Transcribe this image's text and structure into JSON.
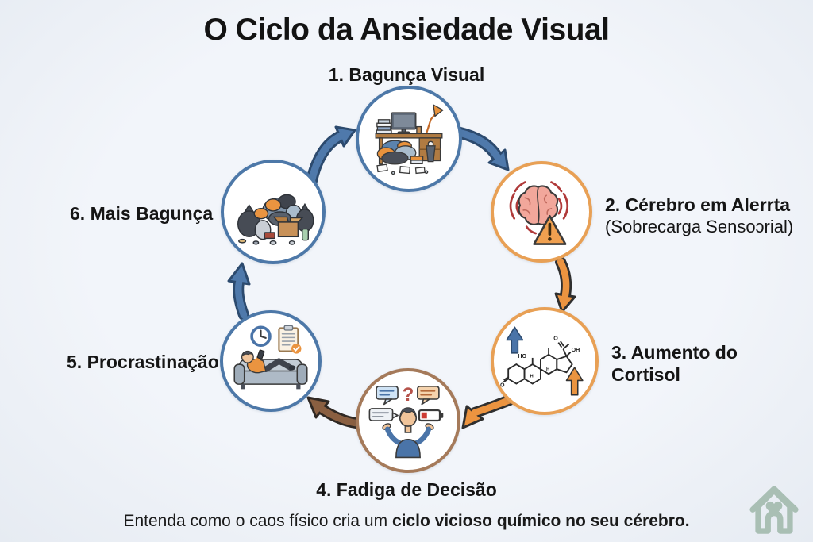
{
  "title": "O Ciclo da Ansiedade Visual",
  "stages": [
    {
      "label": "1. Bagunça Visual",
      "icon": "messy-desk-icon",
      "ring_color": "#4d78a8"
    },
    {
      "label": "2. Cérebro em Alerrta",
      "sublabel": "(Sobrecarga Sensoɔrial)",
      "icon": "alert-brain-icon",
      "ring_color": "#e8a055"
    },
    {
      "label": "3. Aumento do Cortisol",
      "icon": "cortisol-molecule-icon",
      "ring_color": "#e8a055"
    },
    {
      "label": "4. Fadiga de Decisão",
      "icon": "decision-fatigue-icon",
      "ring_color": "#a57a5a"
    },
    {
      "label": "5. Procrastinação",
      "icon": "procrastination-couch-icon",
      "ring_color": "#4d78a8"
    },
    {
      "label": "6. Mais Bagunça",
      "icon": "trash-pile-icon",
      "ring_color": "#4d78a8"
    }
  ],
  "caption": {
    "regular": "Entenda como o caos físico cria um ",
    "bold": "ciclo vicioso químico no seu cérebro."
  },
  "arrows": [
    {
      "from": 1,
      "to": 2,
      "color": "#4f79ab"
    },
    {
      "from": 2,
      "to": 3,
      "color": "#ec9440"
    },
    {
      "from": 3,
      "to": 4,
      "color": "#ec9440"
    },
    {
      "from": 4,
      "to": 5,
      "color": "#8a5f41"
    },
    {
      "from": 5,
      "to": 6,
      "color": "#4f79ab"
    },
    {
      "from": 6,
      "to": 1,
      "color": "#4f79ab"
    }
  ],
  "logo_icon": "house-heart-logo",
  "colors": {
    "background": "#eef2f7",
    "text": "#161616",
    "blue": "#4d78a8",
    "blue_dark": "#2c4a6e",
    "orange": "#ec9440",
    "brown": "#8a5f41",
    "alert_red": "#b03a3a",
    "logo_green": "#a9bfb4"
  }
}
